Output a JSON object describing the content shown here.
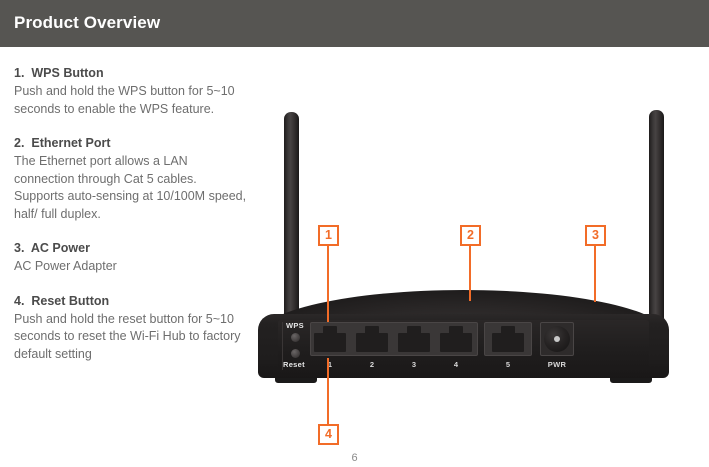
{
  "header": {
    "title": "Product Overview",
    "background_color": "#565552",
    "text_color": "#ffffff"
  },
  "accent_color": "#F26C28",
  "items": [
    {
      "number": "1.",
      "heading": "WPS Button",
      "body": "Push and hold the WPS button for 5~10 seconds to enable the WPS feature."
    },
    {
      "number": "2.",
      "heading": "Ethernet Port",
      "body": "The Ethernet port allows a LAN connection through Cat 5 cables. Supports auto-sensing at 10/100M speed, half/ full duplex."
    },
    {
      "number": "3.",
      "heading": "AC Power",
      "body": "AC Power Adapter"
    },
    {
      "number": "4.",
      "heading": "Reset Button",
      "body": "Push and hold the reset button for 5~10 seconds to reset the Wi-Fi Hub to factory default setting"
    }
  ],
  "illustration": {
    "device_name": "wifi-hub-router-rear-view",
    "callouts": [
      {
        "number": "1",
        "points_to": "wps-button"
      },
      {
        "number": "2",
        "points_to": "ethernet-port"
      },
      {
        "number": "3",
        "points_to": "ac-power-jack"
      },
      {
        "number": "4",
        "points_to": "reset-button"
      }
    ],
    "silkscreen": {
      "wps": "WPS",
      "reset": "Reset",
      "power": "PWR"
    },
    "port_labels": [
      "1",
      "2",
      "3",
      "4",
      "5"
    ]
  },
  "footer": {
    "page_number": "6"
  }
}
